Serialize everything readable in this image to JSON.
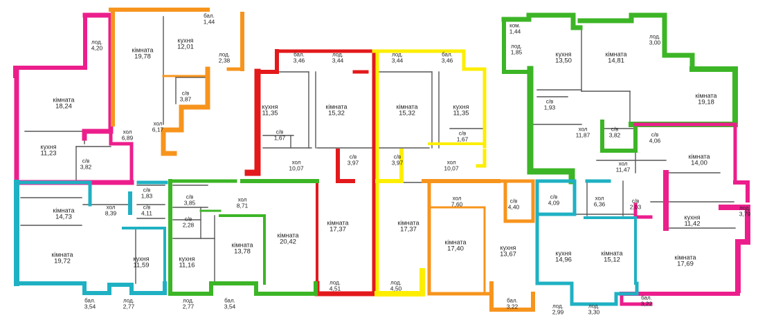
{
  "colors": {
    "magenta": "#ec1e8c",
    "orange": "#f7941d",
    "red": "#e3191b",
    "yellow": "#fdee00",
    "green": "#3cb526",
    "teal": "#1fb1c3",
    "interior": "#555555"
  },
  "apartments": [
    {
      "id": "a1",
      "color": "magenta",
      "rooms": [
        {
          "name": "лод.",
          "area": "4,20"
        },
        {
          "name": "кімната",
          "area": "18,24"
        },
        {
          "name": "кухня",
          "area": "11,23"
        },
        {
          "name": "хол",
          "area": "6,89"
        },
        {
          "name": "с/в",
          "area": "3,82"
        }
      ]
    },
    {
      "id": "a2",
      "color": "orange",
      "rooms": [
        {
          "name": "кімната",
          "area": "19,78"
        },
        {
          "name": "кухня",
          "area": "12,01"
        },
        {
          "name": "бал.",
          "area": "1,44"
        },
        {
          "name": "лод.",
          "area": "2,38"
        },
        {
          "name": "с/в",
          "area": "3,87"
        },
        {
          "name": "хол",
          "area": "6,17"
        }
      ]
    },
    {
      "id": "a3",
      "color": "red",
      "rooms": [
        {
          "name": "бал.",
          "area": "3,46"
        },
        {
          "name": "лод.",
          "area": "3,44"
        },
        {
          "name": "кухня",
          "area": "11,35"
        },
        {
          "name": "кімната",
          "area": "15,32"
        },
        {
          "name": "с/в",
          "area": "1,67"
        },
        {
          "name": "хол",
          "area": "10,07"
        },
        {
          "name": "с/в",
          "area": "3,97"
        },
        {
          "name": "кімната",
          "area": "17,37"
        },
        {
          "name": "лод.",
          "area": "4,51"
        }
      ]
    },
    {
      "id": "a4",
      "color": "yellow",
      "rooms": [
        {
          "name": "лод.",
          "area": "3,44"
        },
        {
          "name": "бал.",
          "area": "3,46"
        },
        {
          "name": "кімната",
          "area": "15,32"
        },
        {
          "name": "кухня",
          "area": "11,35"
        },
        {
          "name": "с/в",
          "area": "1,67"
        },
        {
          "name": "с/в",
          "area": "3,97"
        },
        {
          "name": "хол",
          "area": "10,07"
        },
        {
          "name": "кімната",
          "area": "17,37"
        },
        {
          "name": "лод.",
          "area": "4,50"
        }
      ]
    },
    {
      "id": "a5",
      "color": "green",
      "rooms": [
        {
          "name": "ком.",
          "area": "1,44"
        },
        {
          "name": "лод.",
          "area": "1,85"
        },
        {
          "name": "кухня",
          "area": "13,50"
        },
        {
          "name": "кімната",
          "area": "14,81"
        },
        {
          "name": "лод.",
          "area": "3,00"
        },
        {
          "name": "кімната",
          "area": "19,18"
        },
        {
          "name": "с/в",
          "area": "1,93"
        },
        {
          "name": "хол",
          "area": "11,87"
        },
        {
          "name": "с/в",
          "area": "3,82"
        }
      ]
    },
    {
      "id": "a6",
      "color": "magenta",
      "rooms": [
        {
          "name": "с/в",
          "area": "4,06"
        },
        {
          "name": "кімната",
          "area": "14,00"
        },
        {
          "name": "хол",
          "area": "11,47"
        },
        {
          "name": "с/в",
          "area": "2,03"
        },
        {
          "name": "кухня",
          "area": "11,42"
        },
        {
          "name": "лод.",
          "area": "3,79"
        },
        {
          "name": "кімната",
          "area": "17,69"
        },
        {
          "name": "бал.",
          "area": "3,22"
        }
      ]
    },
    {
      "id": "a7",
      "color": "teal",
      "rooms": [
        {
          "name": "кімната",
          "area": "14,73"
        },
        {
          "name": "хол",
          "area": "8,39"
        },
        {
          "name": "с/в",
          "area": "1,83"
        },
        {
          "name": "с/в",
          "area": "4,11"
        },
        {
          "name": "кімната",
          "area": "19,72"
        },
        {
          "name": "кухня",
          "area": "11,59"
        },
        {
          "name": "бал.",
          "area": "3,54"
        },
        {
          "name": "лод.",
          "area": "2,77"
        }
      ]
    },
    {
      "id": "a8",
      "color": "green",
      "rooms": [
        {
          "name": "с/в",
          "area": "3,85"
        },
        {
          "name": "хол",
          "area": "8,71"
        },
        {
          "name": "с/в",
          "area": "2,28"
        },
        {
          "name": "кімната",
          "area": "20,42"
        },
        {
          "name": "кімната",
          "area": "13,78"
        },
        {
          "name": "кухня",
          "area": "11,16"
        },
        {
          "name": "лод.",
          "area": "2,77"
        },
        {
          "name": "бал.",
          "area": "3,54"
        }
      ]
    },
    {
      "id": "a9",
      "color": "orange",
      "rooms": [
        {
          "name": "хол",
          "area": "7,60"
        },
        {
          "name": "с/в",
          "area": "4,40"
        },
        {
          "name": "кімната",
          "area": "17,40"
        },
        {
          "name": "кухня",
          "area": "13,67"
        },
        {
          "name": "бал.",
          "area": "3,22"
        }
      ]
    },
    {
      "id": "a10",
      "color": "teal",
      "rooms": [
        {
          "name": "с/в",
          "area": "4,09"
        },
        {
          "name": "хол",
          "area": "6,36"
        },
        {
          "name": "кухня",
          "area": "14,96"
        },
        {
          "name": "кімната",
          "area": "15,12"
        },
        {
          "name": "лод.",
          "area": "2,99"
        },
        {
          "name": "лод.",
          "area": "3,30"
        }
      ]
    }
  ]
}
